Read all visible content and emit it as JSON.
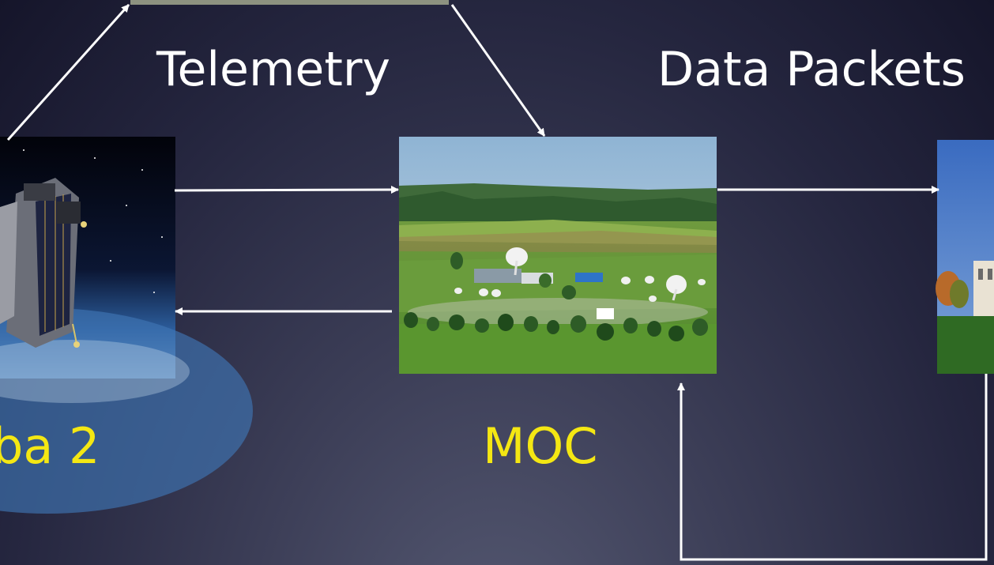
{
  "labels": {
    "telemetry": "Telemetry",
    "data_packets": "Data Packets",
    "spacecraft_name": "ba 2",
    "moc": "MOC"
  },
  "images": {
    "top_image": "top-image-partial",
    "satellite": "satellite-photo",
    "ground_station": "ground-station-photo",
    "building": "building-photo-partial"
  },
  "colors": {
    "arrow": "#ffffff",
    "label_text": "#ffffff",
    "highlight_text": "#f4e713",
    "background_top": "#15152a",
    "background_bottom": "#565a73"
  }
}
